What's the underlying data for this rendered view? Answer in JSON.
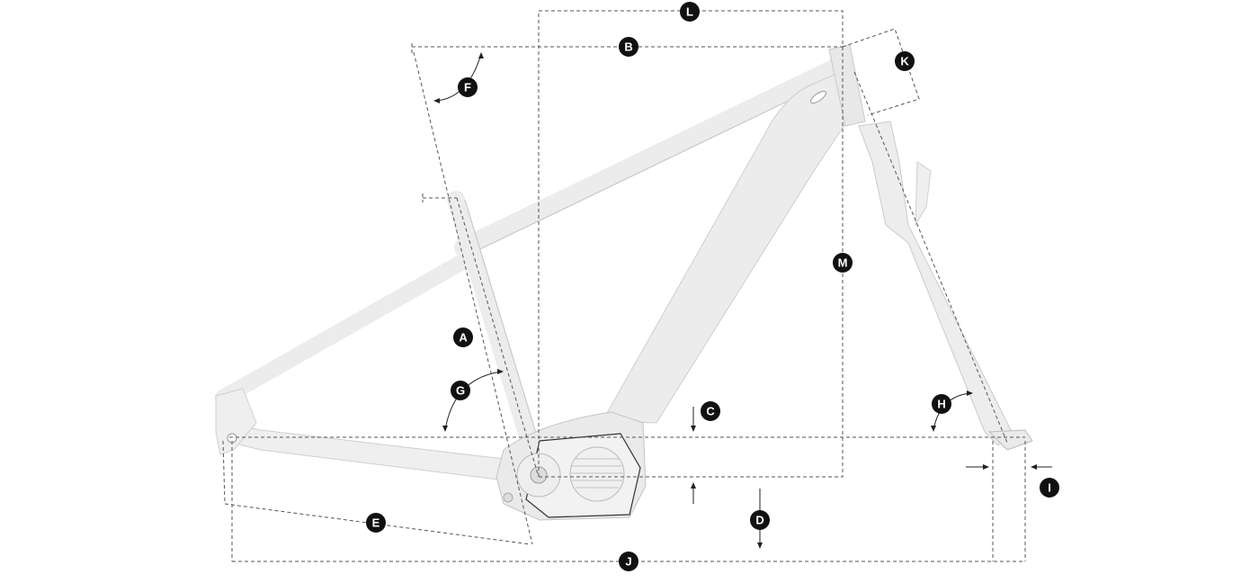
{
  "diagram": {
    "title_visible": false,
    "labels": {
      "A": "A",
      "B": "B",
      "C": "C",
      "D": "D",
      "E": "E",
      "F": "F",
      "G": "G",
      "H": "H",
      "I": "I",
      "J": "J",
      "K": "K",
      "L": "L",
      "M": "M"
    },
    "colors": {
      "frame": "#ececec",
      "frame_edge": "#c9c9c9",
      "dimension_line": "#555555",
      "label_fill": "#111111"
    }
  }
}
